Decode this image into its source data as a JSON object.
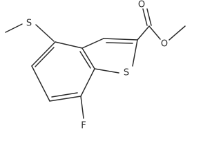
{
  "structure": {
    "atom_labels": {
      "sulfur_methylthio": "S",
      "sulfur_ring": "S",
      "oxygen_carbonyl": "O",
      "oxygen_ester": "O",
      "fluorine": "F"
    },
    "line_color": "#2a2a2a",
    "background": "#ffffff"
  }
}
